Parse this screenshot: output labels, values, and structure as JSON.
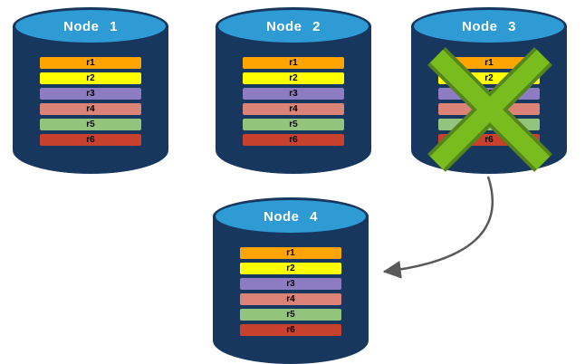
{
  "nodes": [
    {
      "label": "Node 1",
      "failed": false
    },
    {
      "label": "Node 2",
      "failed": false
    },
    {
      "label": "Node 3",
      "failed": true
    },
    {
      "label": "Node 4",
      "failed": false
    }
  ],
  "rows": [
    {
      "label": "r1",
      "color": "#FFA400"
    },
    {
      "label": "r2",
      "color": "#FFFF00"
    },
    {
      "label": "r3",
      "color": "#8E7CC3"
    },
    {
      "label": "r4",
      "color": "#DC8377"
    },
    {
      "label": "r5",
      "color": "#93C47D"
    },
    {
      "label": "r6",
      "color": "#C8402E"
    }
  ],
  "colors": {
    "cylinder_body": "#17375E",
    "cylinder_top": "#2E9BD5",
    "node_label_text": "#FFFFFF",
    "failure_x": "#79BC1E",
    "failure_x_dark": "#55861C",
    "arrow": "#595959"
  }
}
